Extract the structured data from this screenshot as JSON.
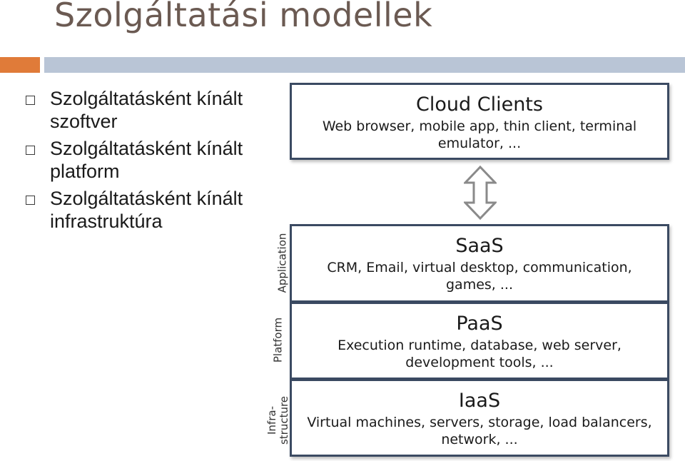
{
  "slide": {
    "title": "Szolgáltatási modellek",
    "bullets": [
      "Szolgáltatásként kínált szoftver",
      "Szolgáltatásként kínált platform",
      "Szolgáltatásként kínált infrastruktúra"
    ]
  },
  "diagram": {
    "clients": {
      "heading": "Cloud Clients",
      "desc": "Web browser, mobile app, thin client, terminal emulator, ..."
    },
    "layers": [
      {
        "heading": "SaaS",
        "desc": "CRM, Email, virtual desktop, communication, games, ...",
        "side_label": "Application"
      },
      {
        "heading": "PaaS",
        "desc": "Execution runtime, database, web server, development tools, ...",
        "side_label": "Platform"
      },
      {
        "heading": "IaaS",
        "desc": "Virtual machines, servers, storage, load balancers, network, ...",
        "side_label": "Infra-\nstructure"
      }
    ],
    "arrow_icon": "double-vertical-arrow-icon",
    "colors": {
      "accent_orange": "#e07b39",
      "accent_blue_gray": "#b9c5d6",
      "box_border": "#3b4a62",
      "title_color": "#6b5a52"
    }
  }
}
